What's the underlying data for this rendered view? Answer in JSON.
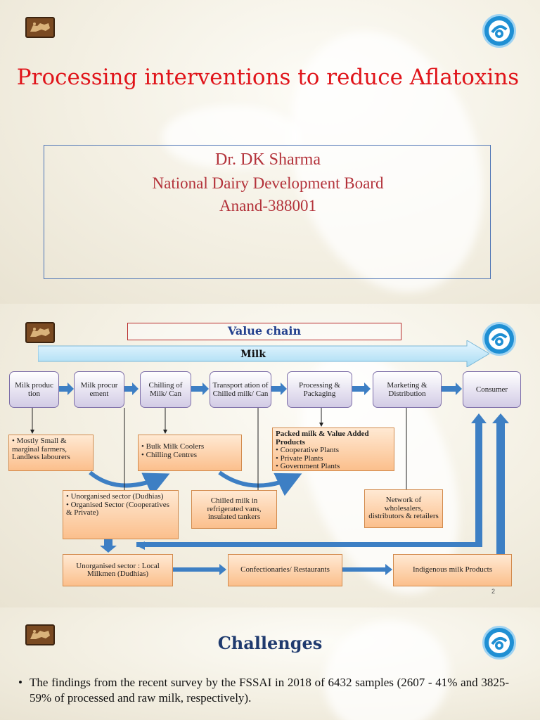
{
  "slide1": {
    "title": "Processing interventions to reduce Aflatoxins",
    "author": "Dr. DK Sharma",
    "organisation": "National Dairy Development Board",
    "city": "Anand-388001"
  },
  "slide2": {
    "title": "Value chain",
    "arrow_label": "Milk",
    "stages": [
      "Milk produc tion",
      "Milk procur ement",
      "Chilling of Milk/ Can",
      "Transport ation of Chilled milk/ Can",
      "Processing & Packaging",
      "Marketing & Distribution",
      "Consumer"
    ],
    "box_farmers": [
      "Mostly Small & marginal farmers, Landless labourers"
    ],
    "box_coolers": [
      "Bulk Milk Coolers",
      "Chilling Centres"
    ],
    "box_packed_title": "Packed milk & Value Added Products",
    "box_packed": [
      "Cooperative Plants",
      "Private Plants",
      "Government Plants"
    ],
    "box_sector": [
      "Unorganised sector (Dudhias)",
      "Organised Sector (Cooperatives & Private)"
    ],
    "box_chilled": "Chilled milk in refrigerated vans, insulated tankers",
    "box_network": "Network of wholesalers, distributors & retailers",
    "box_local": "Unorganised sector : Local Milkmen (Dudhias)",
    "box_confect": "Confectionaries/ Restaurants",
    "box_indig": "Indigenous milk Products",
    "page_number": "2"
  },
  "slide3": {
    "title": "Challenges",
    "bullet": "The findings from the recent survey by the FSSAI in 2018 of 6432 samples (2607 - 41% and 3825-59% of processed and raw milk, respectively)."
  },
  "icons": {
    "seal": "harappan-seal-icon",
    "logo": "fssai-logo-icon"
  },
  "colors": {
    "title_red": "#e0141a",
    "author_text": "#b3323a",
    "vc_title_blue": "#23408e",
    "arrow_blue": "#3d7fc4",
    "challenges_blue": "#1f3a6e"
  }
}
